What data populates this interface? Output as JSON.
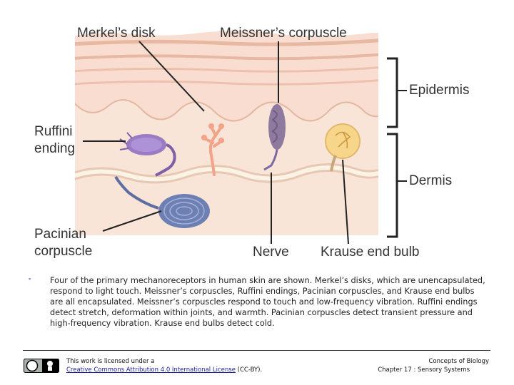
{
  "labels": {
    "merkels_disk": "Merkel’s disk",
    "meissners_corpuscle": "Meissner’s corpuscle",
    "epidermis": "Epidermis",
    "ruffini_line1": "Ruffini",
    "ruffini_line2": "ending",
    "dermis": "Dermis",
    "pacinian_line1": "Pacinian",
    "pacinian_line2": "corpuscle",
    "nerve": "Nerve",
    "krause_end_bulb": "Krause end bulb"
  },
  "caption": "Four of the primary mechanoreceptors in human skin are shown. Merkel’s disks, which are unencapsulated, respond to light touch. Meissner’s corpuscles, Ruffini endings, Pacinian corpuscles, and Krause end bulbs are all encapsulated. Meissner’s corpuscles respond to touch and low-frequency vibration. Ruffini endings detect stretch, deformation within joints, and warmth. Pacinian corpuscles detect transient pressure and high-frequency vibration. Krause end bulbs detect cold.",
  "footer": {
    "license_prefix": "This work is licensed under a",
    "license_link": "Creative Commons Attribution 4.0 International License",
    "license_suffix": " (CC-BY).",
    "book_title": "Concepts of Biology",
    "chapter": "Chapter 17 : Sensory Systems"
  },
  "colors": {
    "skin_light": "#f4d9c6",
    "skin_stripe": "#e8bba5",
    "skin_dermis": "#f6d8c8",
    "nerve_cream": "#f3e8cf",
    "ruffini": "#9b7cc4",
    "meissner": "#8e7a9e",
    "merkel": "#f2a38a",
    "krause": "#f5d28a",
    "pacinian": "#8a9ac6"
  }
}
